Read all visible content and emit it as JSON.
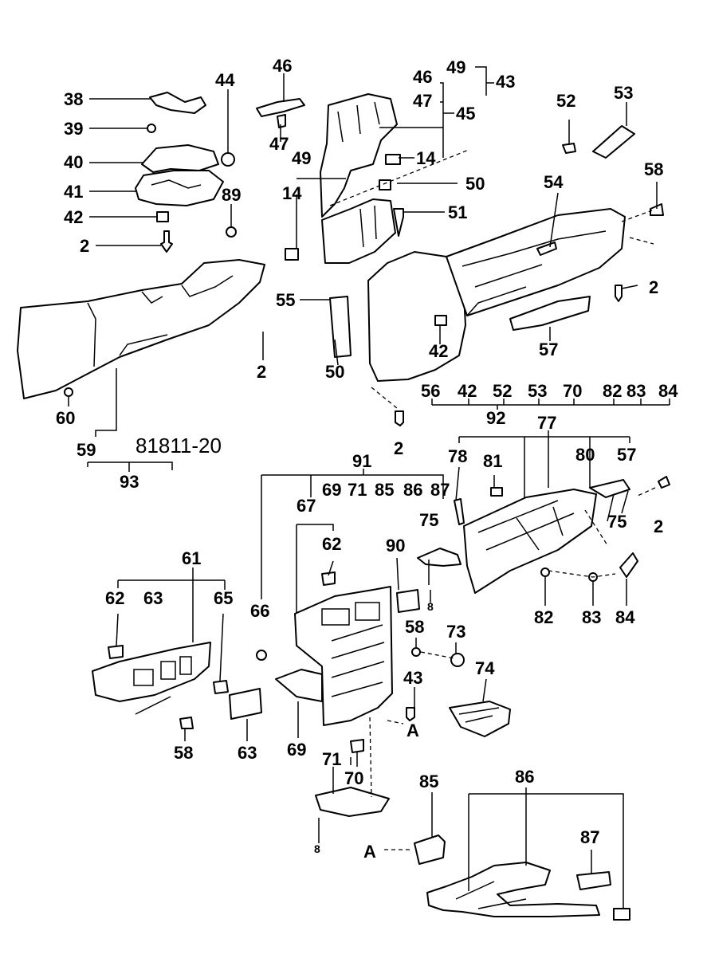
{
  "diagram": {
    "catalog_code": "81811-20",
    "labels": {
      "p38": "38",
      "p39": "39",
      "p40": "40",
      "p41": "41",
      "p42a": "42",
      "p2a": "2",
      "p44": "44",
      "p89": "89",
      "p46a": "46",
      "p47a": "47",
      "p46b": "46",
      "p47b": "47",
      "p49a": "49",
      "p43a": "43",
      "p45": "45",
      "p14a": "14",
      "p49b": "49",
      "p14b": "14",
      "p50a": "50",
      "p51": "51",
      "p52a": "52",
      "p53a": "53",
      "p58a": "58",
      "p54": "54",
      "p2b": "2",
      "p55": "55",
      "p42b": "42",
      "p57a": "57",
      "p50b": "50",
      "p2c": "2",
      "p56": "56",
      "p42c": "42",
      "p52b": "52",
      "p53b": "53",
      "p70a": "70",
      "p82a": "82",
      "p83a": "83",
      "p84a": "84",
      "p92": "92",
      "p60": "60",
      "p59": "59",
      "p93": "93",
      "p2d": "2",
      "p91": "91",
      "p69a": "69",
      "p71a": "71",
      "p85a": "85",
      "p86a": "86",
      "p87a": "87",
      "p67": "67",
      "p62a": "62",
      "p66": "66",
      "p75a": "75",
      "p90": "90",
      "p77": "77",
      "p78": "78",
      "p81": "81",
      "p80": "80",
      "p57b": "57",
      "p75b": "75",
      "p2e": "2",
      "p82b": "82",
      "p83b": "83",
      "p84b": "84",
      "p61": "61",
      "p62b": "62",
      "p63a": "63",
      "p65": "65",
      "p58b": "58",
      "p73": "73",
      "p74": "74",
      "p43b": "43",
      "pA1": "A",
      "p58c": "58",
      "p63b": "63",
      "p69b": "69",
      "p71b": "71",
      "p70b": "70",
      "p85b": "85",
      "p86b": "86",
      "p87b": "87",
      "pA2": "A",
      "p8a": "8",
      "p8b": "8"
    }
  }
}
